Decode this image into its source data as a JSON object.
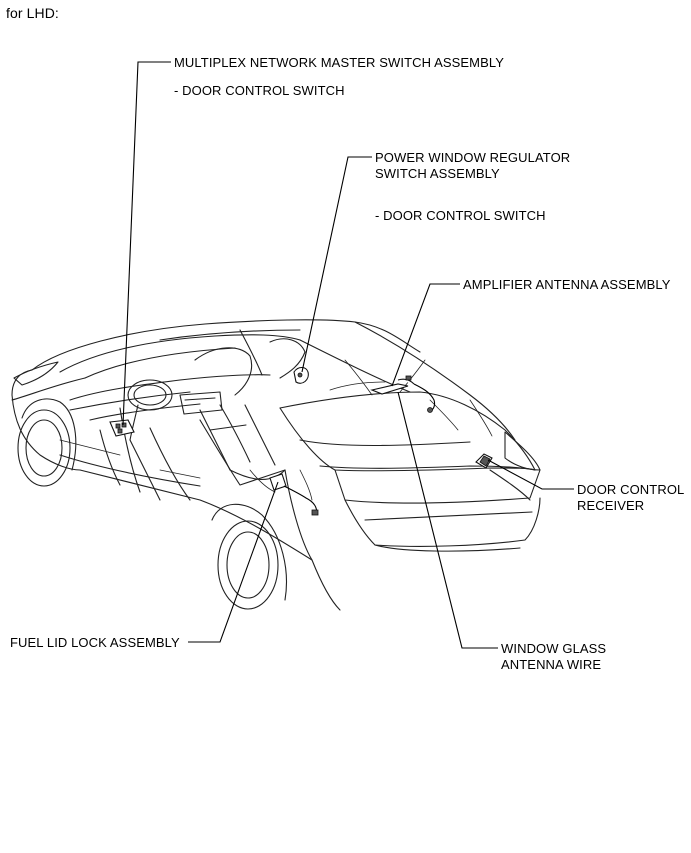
{
  "header": {
    "text": "for LHD:"
  },
  "callouts": {
    "master_switch": {
      "line1": "MULTIPLEX NETWORK MASTER SWITCH ASSEMBLY",
      "sub": "- DOOR CONTROL SWITCH"
    },
    "regulator_switch": {
      "line1": "POWER WINDOW  REGULATOR",
      "line2": "SWITCH ASSEMBLY",
      "sub": "- DOOR CONTROL SWITCH"
    },
    "amplifier": {
      "line1": "AMPLIFIER ANTENNA ASSEMBLY"
    },
    "door_receiver": {
      "line1": "DOOR CONTROL",
      "line2": "RECEIVER"
    },
    "fuel_lid": {
      "line1": "FUEL LID LOCK ASSEMBLY"
    },
    "antenna_wire": {
      "line1": "WINDOW GLASS",
      "line2": "ANTENNA WIRE"
    }
  }
}
